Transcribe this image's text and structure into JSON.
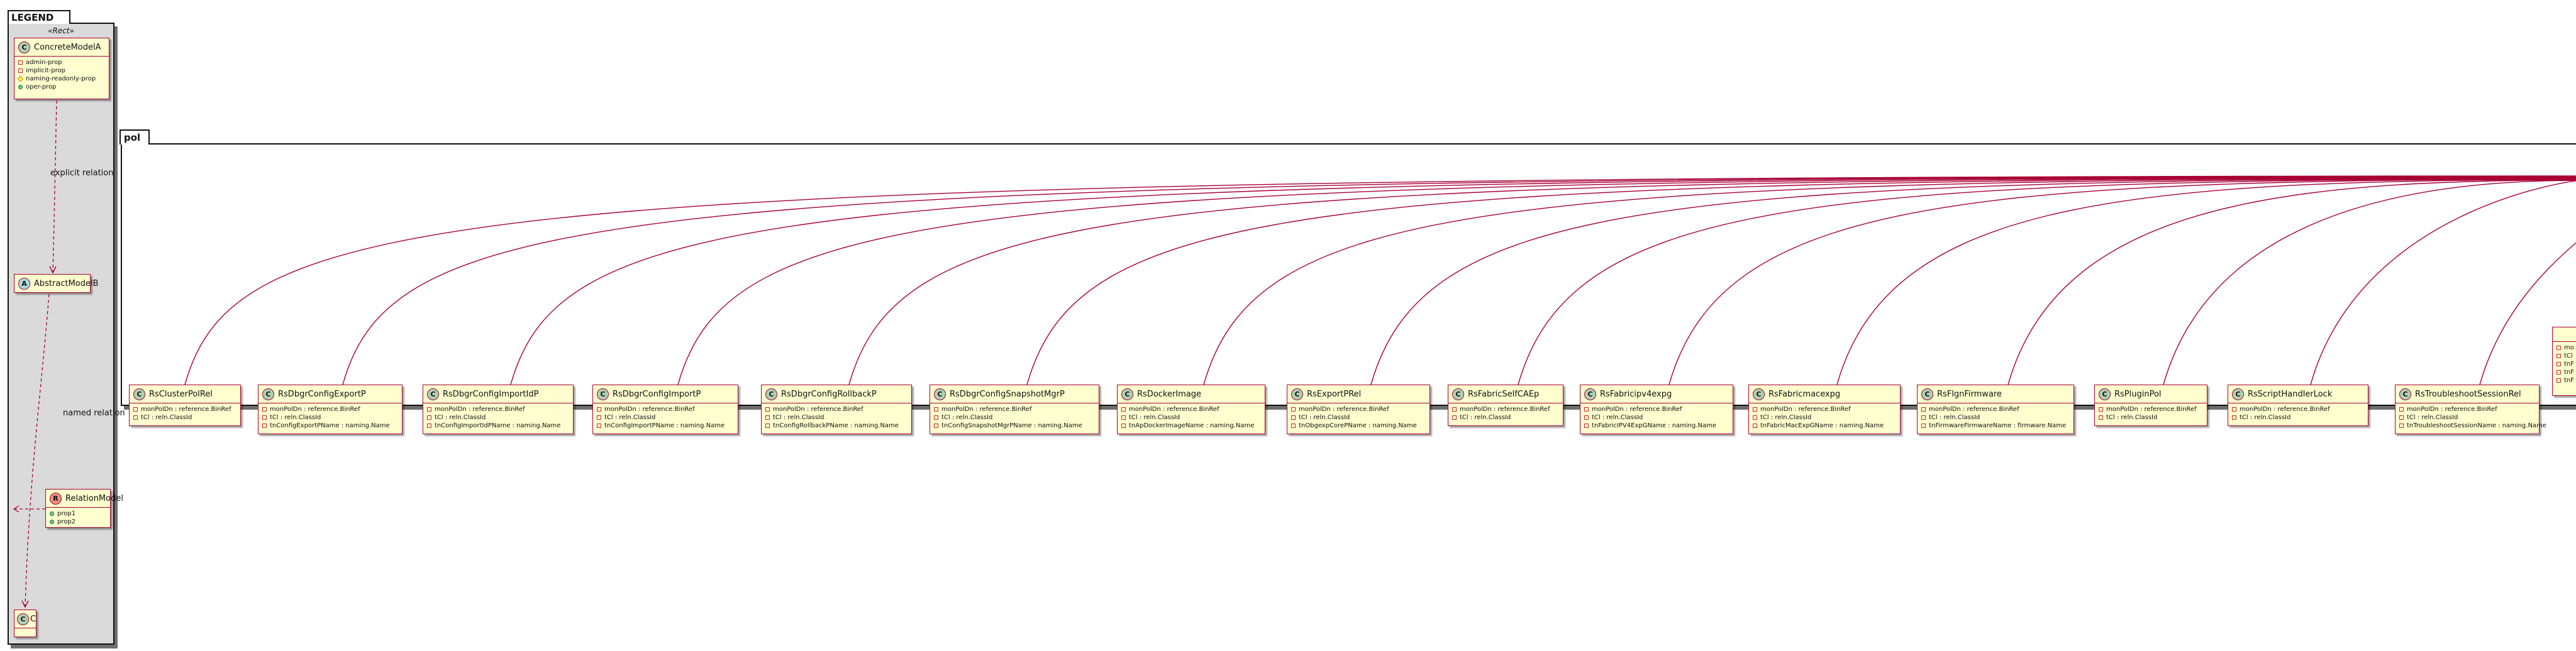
{
  "legend": {
    "title": "LEGEND",
    "stereotype": "«Rect»",
    "concrete": {
      "name": "ConcreteModelA",
      "icon": "C",
      "fields": [
        {
          "vis": "private",
          "text": "admin-prop"
        },
        {
          "vis": "private",
          "text": "implicit-prop"
        },
        {
          "vis": "protected",
          "text": "naming-readonly-prop"
        },
        {
          "vis": "public",
          "text": "oper-prop"
        }
      ]
    },
    "explicit_relation_label": "explicit relation",
    "abstract": {
      "name": "AbstractModelB",
      "icon": "A"
    },
    "named_relation_label": "named relation",
    "relation": {
      "name": "RelationModel",
      "icon": "R",
      "fields": [
        {
          "vis": "public",
          "text": "prop1"
        },
        {
          "vis": "public",
          "text": "prop2"
        }
      ]
    },
    "c_box": {
      "name": "C",
      "icon": "C"
    }
  },
  "package": {
    "name": "pol"
  },
  "classes": [
    {
      "name": "RsClusterPolRel",
      "icon": "C",
      "fields": [
        {
          "vis": "private",
          "text": "monPolDn : reference.BinRef"
        },
        {
          "vis": "private",
          "text": "tCl : reln.ClassId"
        }
      ]
    },
    {
      "name": "RsDbgrConfigExportP",
      "icon": "C",
      "fields": [
        {
          "vis": "private",
          "text": "monPolDn : reference.BinRef"
        },
        {
          "vis": "private",
          "text": "tCl : reln.ClassId"
        },
        {
          "vis": "private",
          "text": "tnConfigExportPName : naming.Name"
        }
      ]
    },
    {
      "name": "RsDbgrConfigImportIdP",
      "icon": "C",
      "fields": [
        {
          "vis": "private",
          "text": "monPolDn : reference.BinRef"
        },
        {
          "vis": "private",
          "text": "tCl : reln.ClassId"
        },
        {
          "vis": "private",
          "text": "tnConfigImportIdPName : naming.Name"
        }
      ]
    },
    {
      "name": "RsDbgrConfigImportP",
      "icon": "C",
      "fields": [
        {
          "vis": "private",
          "text": "monPolDn : reference.BinRef"
        },
        {
          "vis": "private",
          "text": "tCl : reln.ClassId"
        },
        {
          "vis": "private",
          "text": "tnConfigImportPName : naming.Name"
        }
      ]
    },
    {
      "name": "RsDbgrConfigRollbackP",
      "icon": "C",
      "fields": [
        {
          "vis": "private",
          "text": "monPolDn : reference.BinRef"
        },
        {
          "vis": "private",
          "text": "tCl : reln.ClassId"
        },
        {
          "vis": "private",
          "text": "tnConfigRollbackPName : naming.Name"
        }
      ]
    },
    {
      "name": "RsDbgrConfigSnapshotMgrP",
      "icon": "C",
      "fields": [
        {
          "vis": "private",
          "text": "monPolDn : reference.BinRef"
        },
        {
          "vis": "private",
          "text": "tCl : reln.ClassId"
        },
        {
          "vis": "private",
          "text": "tnConfigSnapshotMgrPName : naming.Name"
        }
      ]
    },
    {
      "name": "RsDockerImage",
      "icon": "C",
      "fields": [
        {
          "vis": "private",
          "text": "monPolDn : reference.BinRef"
        },
        {
          "vis": "private",
          "text": "tCl : reln.ClassId"
        },
        {
          "vis": "private",
          "text": "tnApDockerImageName : naming.Name"
        }
      ]
    },
    {
      "name": "RsExportPRel",
      "icon": "C",
      "fields": [
        {
          "vis": "private",
          "text": "monPolDn : reference.BinRef"
        },
        {
          "vis": "private",
          "text": "tCl : reln.ClassId"
        },
        {
          "vis": "private",
          "text": "tnObgexpCorePName : naming.Name"
        }
      ]
    },
    {
      "name": "RsFabricSelfCAEp",
      "icon": "C",
      "fields": [
        {
          "vis": "private",
          "text": "monPolDn : reference.BinRef"
        },
        {
          "vis": "private",
          "text": "tCl : reln.ClassId"
        }
      ]
    },
    {
      "name": "RsFabricipv4expg",
      "icon": "C",
      "fields": [
        {
          "vis": "private",
          "text": "monPolDn : reference.BinRef"
        },
        {
          "vis": "private",
          "text": "tCl : reln.ClassId"
        },
        {
          "vis": "private",
          "text": "tnFabricIPV4ExpGName : naming.Name"
        }
      ]
    },
    {
      "name": "RsFabricmacexpg",
      "icon": "C",
      "fields": [
        {
          "vis": "private",
          "text": "monPolDn : reference.BinRef"
        },
        {
          "vis": "private",
          "text": "tCl : reln.ClassId"
        },
        {
          "vis": "private",
          "text": "tnFabricMacExpGName : naming.Name"
        }
      ]
    },
    {
      "name": "RsFlgnFirmware",
      "icon": "C",
      "fields": [
        {
          "vis": "private",
          "text": "monPolDn : reference.BinRef"
        },
        {
          "vis": "private",
          "text": "tCl : reln.ClassId"
        },
        {
          "vis": "private",
          "text": "tnFirmwareFirmwareName : firmware.Name"
        }
      ]
    },
    {
      "name": "RsPluginPol",
      "icon": "C",
      "fields": [
        {
          "vis": "private",
          "text": "monPolDn : reference.BinRef"
        },
        {
          "vis": "private",
          "text": "tCl : reln.ClassId"
        }
      ]
    },
    {
      "name": "RsScriptHandlerLock",
      "icon": "C",
      "fields": [
        {
          "vis": "private",
          "text": "monPolDn : reference.BinRef"
        },
        {
          "vis": "private",
          "text": "tCl : reln.ClassId"
        }
      ]
    },
    {
      "name": "RsTroubleshootSessionRel",
      "icon": "C",
      "fields": [
        {
          "vis": "private",
          "text": "monPolDn : reference.BinRef"
        },
        {
          "vis": "private",
          "text": "tCl : reln.ClassId"
        },
        {
          "vis": "private",
          "text": "tnTroubleshootSessionName : naming.Name"
        }
      ]
    }
  ],
  "partial_box": {
    "fields": [
      {
        "vis": "private",
        "text": "mo"
      },
      {
        "vis": "private",
        "text": "tCl"
      },
      {
        "vis": "private",
        "text": "tnF"
      },
      {
        "vis": "private",
        "text": "tnF"
      },
      {
        "vis": "private",
        "text": "tnF"
      }
    ]
  },
  "colors": {
    "relation_line": "#a80036",
    "class_fill": "#fefece",
    "class_border": "#a80036",
    "legend_fill": "#dadada"
  }
}
